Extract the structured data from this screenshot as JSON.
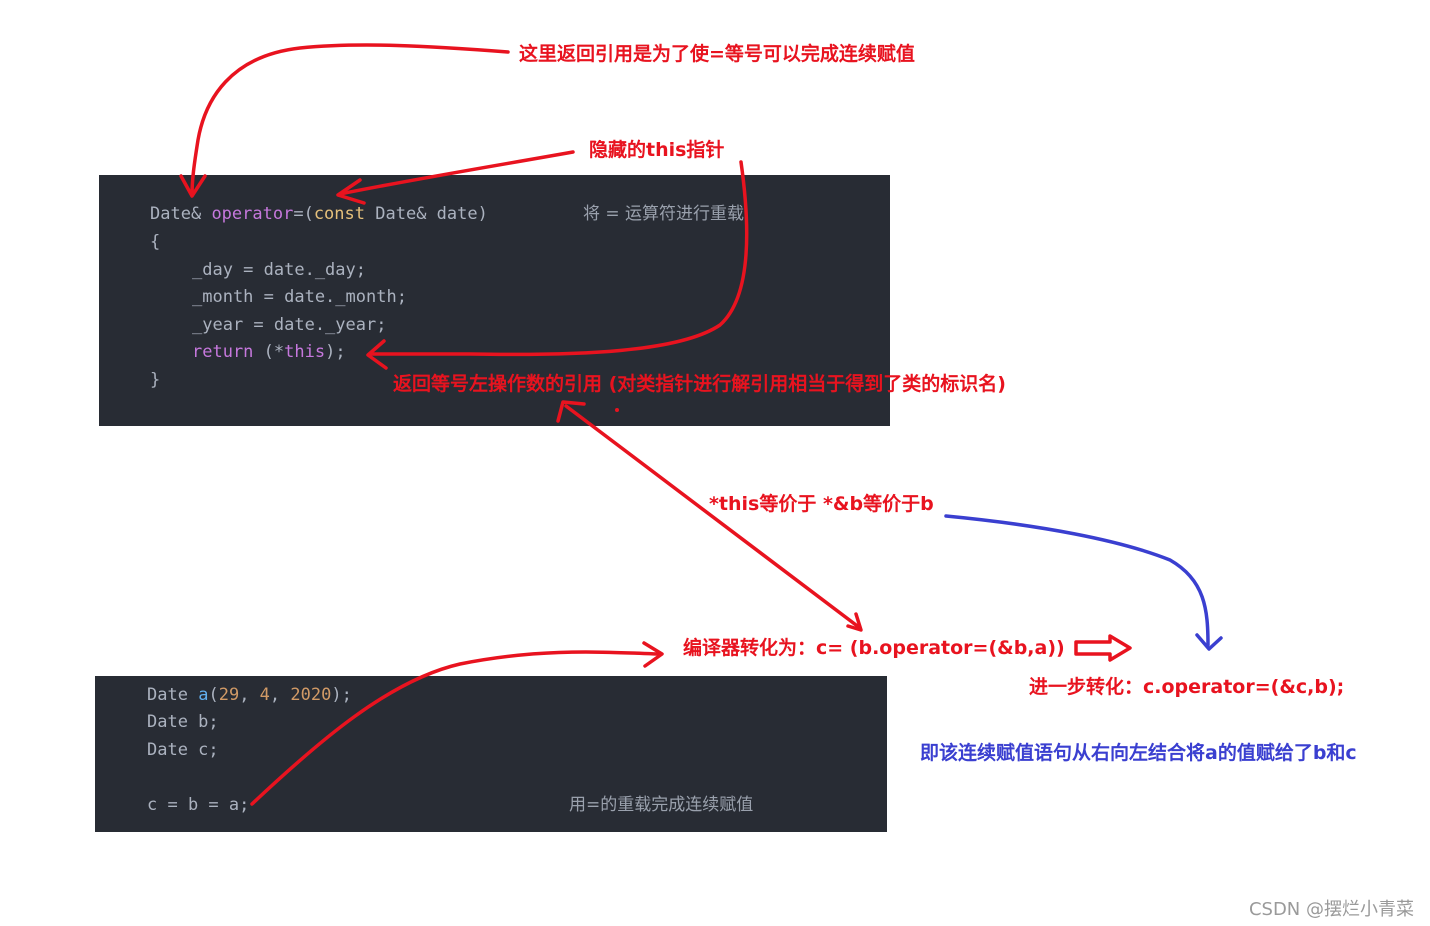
{
  "code_block_1": {
    "line1": {
      "type": "Date&",
      "op": "operator",
      "eq": "=(",
      "const": "const",
      "rest": "Date& date)"
    },
    "line2": "{",
    "line3": "_day = date._day;",
    "line4": "_month = date._month;",
    "line5": "_year = date._year;",
    "line6": {
      "ret": "return",
      "open": "(*",
      "this": "this",
      "close": ");"
    },
    "line7": "}",
    "comment": "将 = 运算符进行重载"
  },
  "code_block_2": {
    "line1": {
      "pre": "Date",
      "fn": "a",
      "open": "(",
      "n1": "29",
      "sep1": ", ",
      "n2": "4",
      "sep2": ", ",
      "n3": "2020",
      "close": ");"
    },
    "line2": "Date b;",
    "line3": "Date c;",
    "line4": "c = b = a;",
    "comment": "用=的重载完成连续赋值"
  },
  "annotations": {
    "return_ref": "这里返回引用是为了使=等号可以完成连续赋值",
    "hidden_this": "隐藏的this指针",
    "return_left": "返回等号左操作数的引用 (对类指针进行解引用相当于得到了类的标识名)",
    "this_equiv": "*this等价于 *&b等价于b",
    "compiler": "编译器转化为：c= (b.operator=(&b,a))",
    "further": "进一步转化：c.operator=(&c,b);",
    "summary": "即该连续赋值语句从右向左结合将a的值赋给了b和c"
  },
  "colors": {
    "annotation_red": "#e8131f",
    "annotation_blue": "#3a3fd0",
    "code_bg": "#282c34"
  },
  "watermark": "CSDN @摆烂小青菜"
}
